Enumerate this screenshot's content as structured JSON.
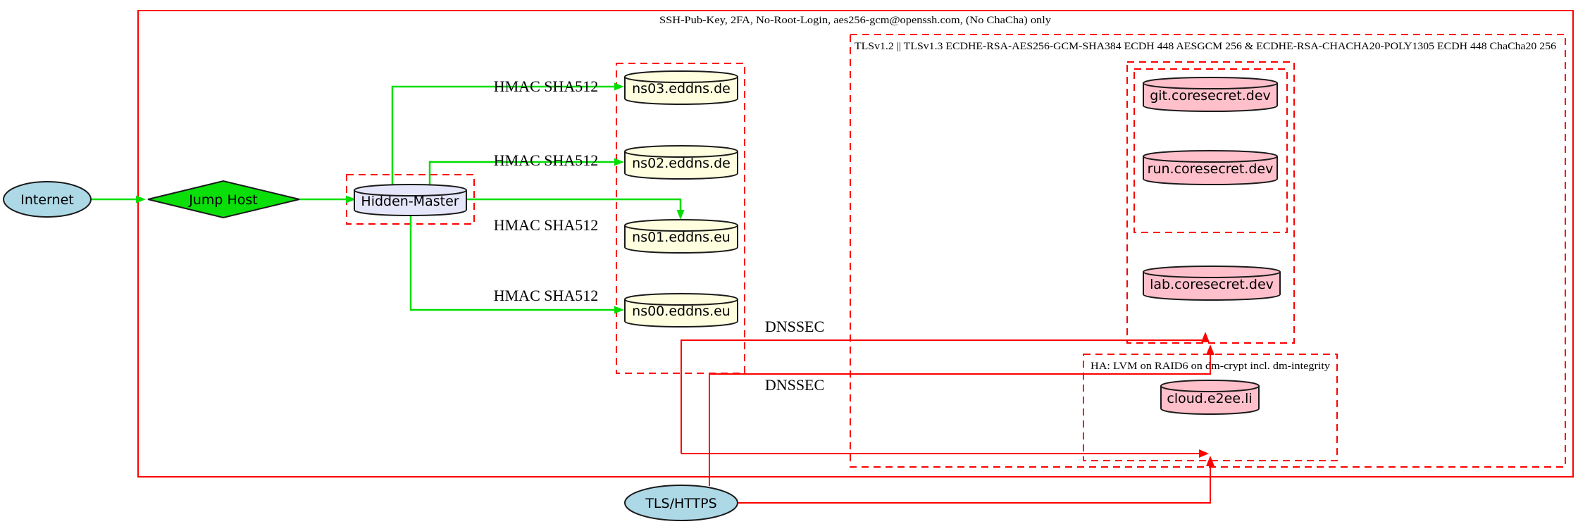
{
  "diagram": {
    "clusters": {
      "ssh": {
        "label": "SSH-Pub-Key, 2FA, No-Root-Login, aes256-gcm@openssh.com, (No ChaCha) only"
      },
      "tls": {
        "label": "TLSv1.2 || TLSv1.3 ECDHE-RSA-AES256-GCM-SHA384 ECDH 448 AESGCM 256 & ECDHE-RSA-CHACHA20-POLY1305 ECDH 448 ChaCha20 256"
      },
      "ha": {
        "label": "HA: LVM on RAID6 on dm-crypt incl. dm-integrity"
      }
    },
    "nodes": {
      "internet": {
        "label": "Internet",
        "shape": "ellipse"
      },
      "jump_host": {
        "label": "Jump Host",
        "shape": "diamond"
      },
      "hidden_master": {
        "label": "Hidden-Master",
        "shape": "cylinder"
      },
      "ns03": {
        "label": "ns03.eddns.de",
        "shape": "cylinder"
      },
      "ns02": {
        "label": "ns02.eddns.de",
        "shape": "cylinder"
      },
      "ns01": {
        "label": "ns01.eddns.eu",
        "shape": "cylinder"
      },
      "ns00": {
        "label": "ns00.eddns.eu",
        "shape": "cylinder"
      },
      "git": {
        "label": "git.coresecret.dev",
        "shape": "cylinder"
      },
      "run": {
        "label": "run.coresecret.dev",
        "shape": "cylinder"
      },
      "lab": {
        "label": "lab.coresecret.dev",
        "shape": "cylinder"
      },
      "cloud": {
        "label": "cloud.e2ee.li",
        "shape": "cylinder"
      },
      "tls_https": {
        "label": "TLS/HTTPS",
        "shape": "ellipse"
      }
    },
    "edge_labels": {
      "hmac_ns03": "HMAC SHA512",
      "hmac_ns02": "HMAC SHA512",
      "hmac_ns01": "HMAC SHA512",
      "hmac_ns00": "HMAC SHA512",
      "dnssec_upper": "DNSSEC",
      "dnssec_lower": "DNSSEC"
    },
    "colors": {
      "cluster_border": "#FF0000",
      "secure_edge": "#00DE00",
      "alert_edge": "#FF0000",
      "internet_fill": "#ADD8E6",
      "jump_fill": "#0ADF0A",
      "master_fill": "#E6E6FA",
      "dns_fill": "#FFFFE0",
      "service_fill": "#FFC0CB"
    }
  }
}
